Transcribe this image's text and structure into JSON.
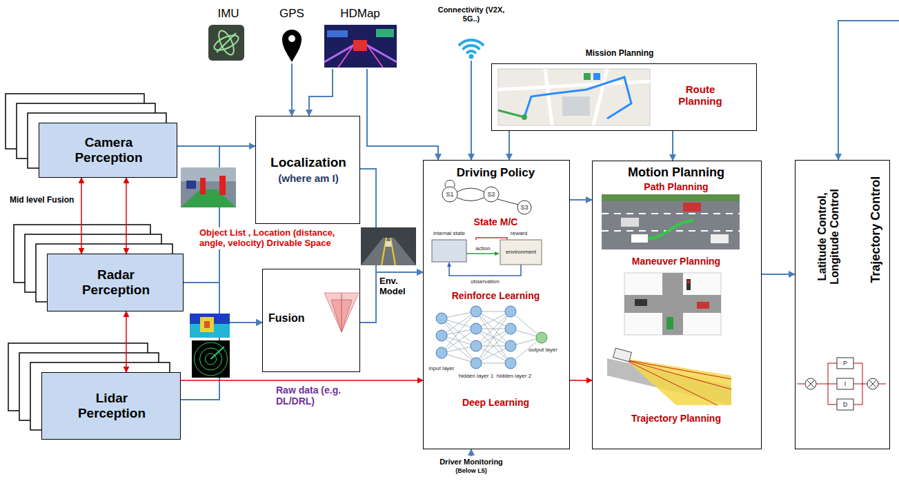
{
  "diagram": {
    "nodes": [
      {
        "text": [
          "Camera Perception"
        ]
      },
      {
        "text": [
          "Radar Perception"
        ]
      },
      {
        "text": [
          "Lidar Perception"
        ]
      },
      {
        "text": [
          "Localization",
          "(where am I)"
        ]
      },
      {
        "text": [
          "Fusion"
        ]
      },
      {
        "text": [
          "Mission Planning",
          "Route Planning"
        ]
      },
      {
        "text": [
          "Driving Policy",
          "State M/C",
          "Reinforce Learning",
          "Deep Learning"
        ]
      },
      {
        "text": [
          "Motion Planning",
          "Path Planning",
          "Maneuver Planning",
          "Trajectory Planning"
        ]
      },
      {
        "text": [
          "Latitude Control, Longitude Control",
          "Trajectory Control"
        ]
      }
    ],
    "edges": [
      {
        "from": 0,
        "to": 3,
        "arrow": "to"
      },
      {
        "from": 0,
        "to": 4,
        "arrow": "to"
      },
      {
        "from": 1,
        "to": 4,
        "arrow": "to"
      },
      {
        "from": 2,
        "to": 4,
        "arrow": "to"
      },
      {
        "from": 2,
        "to": 6,
        "arrow": "to",
        "label": "Raw data (e.g. DL/DRL)"
      },
      {
        "from": 0,
        "to": 1,
        "arrow": "both"
      },
      {
        "from": 0,
        "to": 1,
        "arrow": "both"
      },
      {
        "from": 1,
        "to": 2,
        "arrow": "both"
      },
      {
        "from": 3,
        "to": 6,
        "arrow": "to"
      },
      {
        "from": 4,
        "to": 6,
        "arrow": "to",
        "label": "Env. Model"
      },
      {
        "from": 5,
        "to": 6,
        "arrow": "to"
      },
      {
        "from": 5,
        "to": 7,
        "arrow": "to"
      },
      {
        "from": 6,
        "to": 7,
        "arrow": "to"
      },
      {
        "from": 6,
        "to": 7,
        "arrow": "to"
      },
      {
        "from": 7,
        "to": 8,
        "arrow": "to"
      }
    ],
    "labels": [
      "IMU",
      "GPS",
      "HDMap",
      "Connectivity (V2X, 5G..)",
      "Mid level Fusion",
      "Object List , Location (distance, angle, velocity) Drivable Space",
      "S1",
      "S2",
      "S3",
      "internal state",
      "reward",
      "action",
      "environment",
      "observation",
      "input layer",
      "hidden layer 1",
      "hidden layer 2",
      "output layer",
      "P",
      "I",
      "D",
      "Driver Monitoring",
      "(Below L5)"
    ]
  }
}
